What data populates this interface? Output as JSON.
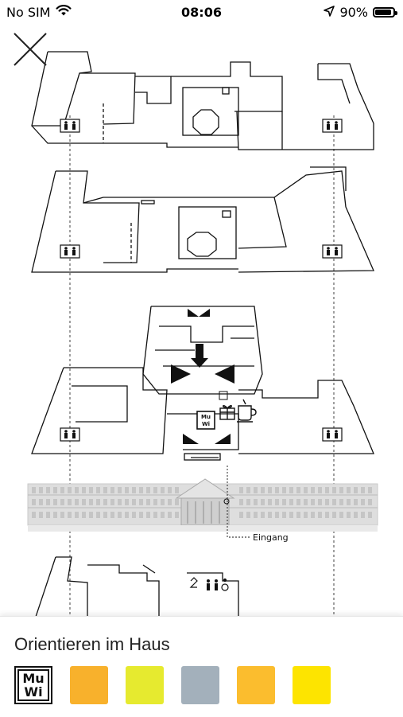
{
  "status": {
    "carrier": "No SIM",
    "time": "08:06",
    "battery": "90%",
    "battery_level": 0.9
  },
  "map": {
    "entrance_label": "Eingang",
    "muwi_marker_top": "Mu",
    "muwi_marker_bottom": "Wi"
  },
  "panel": {
    "title": "Orientieren im Haus",
    "logo_top": "Mu",
    "logo_bottom": "Wi",
    "swatches": [
      "#f8b12c",
      "#e6ea2f",
      "#a3b0bb",
      "#fbbd2e",
      "#fde400"
    ]
  }
}
